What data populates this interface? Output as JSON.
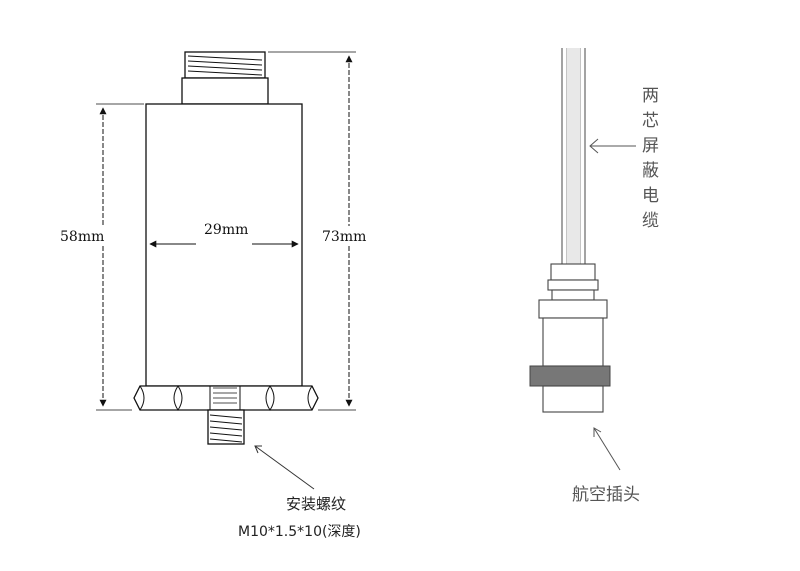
{
  "dimensions": {
    "height_body": "58mm",
    "width_body": "29mm",
    "height_total": "73mm"
  },
  "labels": {
    "mount_thread_title": "安装螺纹",
    "mount_thread_spec": "M10*1.5*10(深度)",
    "cable": [
      "两",
      "芯",
      "屏",
      "蔽",
      "电",
      "缆"
    ],
    "connector": "航空插头"
  }
}
